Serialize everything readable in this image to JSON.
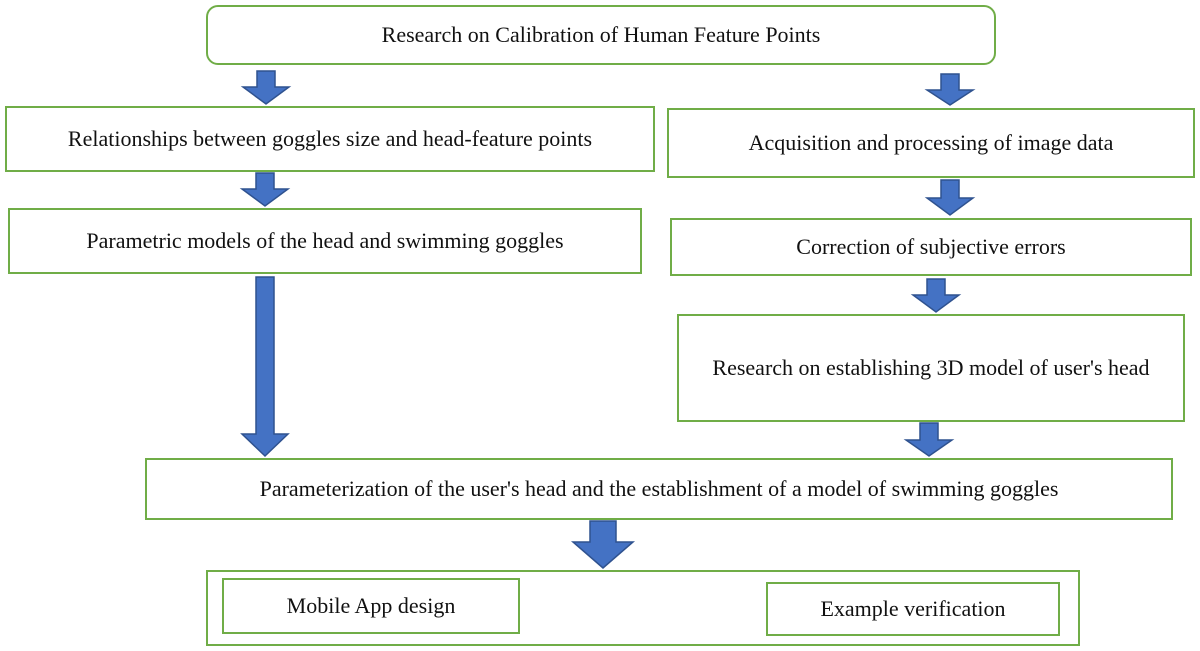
{
  "diagram": {
    "nodes": {
      "root": "Research on Calibration of Human Feature Points",
      "relationships": "Relationships between goggles size and head-feature points",
      "parametric_models": "Parametric models of the head and swimming goggles",
      "acquisition": "Acquisition and processing of image data",
      "correction": "Correction of subjective errors",
      "model_3d": "Research on establishing 3D model of user's head",
      "parameterization": "Parameterization of the user's head and the establishment of a model of swimming goggles",
      "mobile_app": "Mobile App design",
      "example_verification": "Example verification"
    },
    "edges": [
      [
        "root",
        "relationships"
      ],
      [
        "root",
        "acquisition"
      ],
      [
        "relationships",
        "parametric_models"
      ],
      [
        "acquisition",
        "correction"
      ],
      [
        "correction",
        "model_3d"
      ],
      [
        "parametric_models",
        "parameterization"
      ],
      [
        "model_3d",
        "parameterization"
      ],
      [
        "parameterization",
        "outputs"
      ]
    ],
    "colors": {
      "box_border": "#70ad47",
      "arrow_fill": "#4472c4",
      "arrow_stroke": "#2f528f",
      "text": "#111111"
    }
  }
}
